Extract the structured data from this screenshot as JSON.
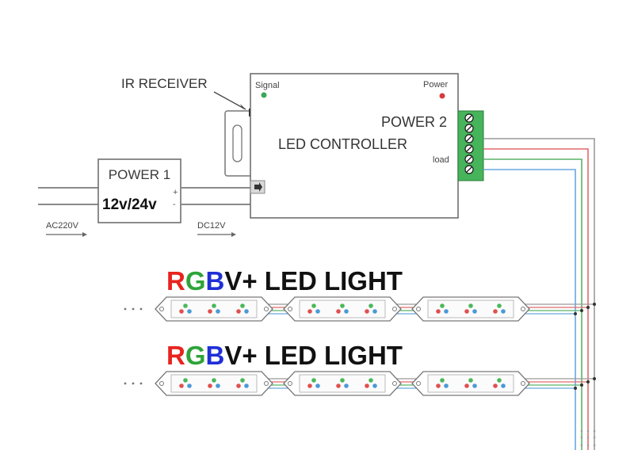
{
  "diagram": {
    "ir_receiver_label": "IR RECEIVER",
    "controller": {
      "signal_label": "Signal",
      "power_label": "Power",
      "power2_label": "POWER 2",
      "name_label": "LED CONTROLLER",
      "load_label": "load"
    },
    "power1": {
      "title": "POWER 1",
      "voltage": "12v/24v",
      "plus": "+",
      "minus": "-"
    },
    "input_label": "AC220V",
    "dc_label": "DC12V",
    "strips": [
      {
        "letters": [
          "R",
          "G",
          "B"
        ],
        "rest": "V+ LED LIGHT"
      },
      {
        "letters": [
          "R",
          "G",
          "B"
        ],
        "rest": "V+ LED LIGHT"
      }
    ],
    "colors": {
      "red": "#e8231e",
      "green": "#2fa33a",
      "blue": "#1f2fd6",
      "wire_gray": "#9a9a9a",
      "terminal_green": "#46b45a"
    }
  }
}
